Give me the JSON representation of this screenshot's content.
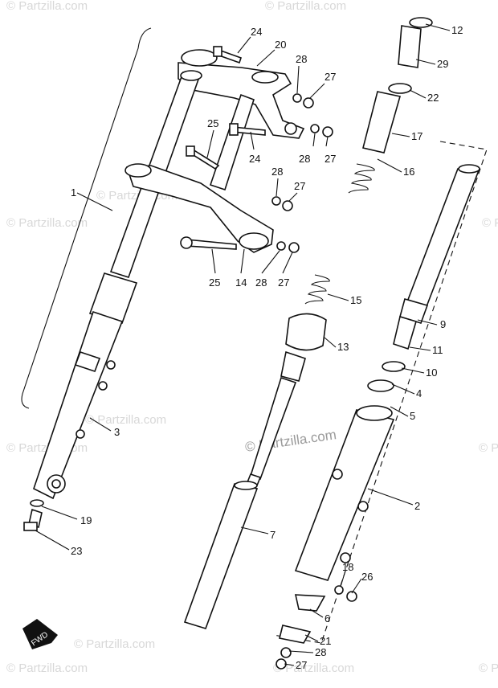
{
  "watermark": {
    "text": "© Partzilla.com"
  },
  "fwd_label": "FWD",
  "callouts": [
    {
      "id": "c24a",
      "text": "24"
    },
    {
      "id": "c20",
      "text": "20"
    },
    {
      "id": "c28a",
      "text": "28"
    },
    {
      "id": "c27a",
      "text": "27"
    },
    {
      "id": "c25a",
      "text": "25"
    },
    {
      "id": "c24b",
      "text": "24"
    },
    {
      "id": "c28b",
      "text": "28"
    },
    {
      "id": "c27b",
      "text": "27"
    },
    {
      "id": "c28c",
      "text": "28"
    },
    {
      "id": "c27c",
      "text": "27"
    },
    {
      "id": "c1",
      "text": "1"
    },
    {
      "id": "c25b",
      "text": "25"
    },
    {
      "id": "c14",
      "text": "14"
    },
    {
      "id": "c28d",
      "text": "28"
    },
    {
      "id": "c27d",
      "text": "27"
    },
    {
      "id": "c12",
      "text": "12"
    },
    {
      "id": "c29",
      "text": "29"
    },
    {
      "id": "c22",
      "text": "22"
    },
    {
      "id": "c17",
      "text": "17"
    },
    {
      "id": "c16",
      "text": "16"
    },
    {
      "id": "c15",
      "text": "15"
    },
    {
      "id": "c13",
      "text": "13"
    },
    {
      "id": "c9",
      "text": "9"
    },
    {
      "id": "c11",
      "text": "11"
    },
    {
      "id": "c10",
      "text": "10"
    },
    {
      "id": "c4",
      "text": "4"
    },
    {
      "id": "c5",
      "text": "5"
    },
    {
      "id": "c3",
      "text": "3"
    },
    {
      "id": "c2",
      "text": "2"
    },
    {
      "id": "c19",
      "text": "19"
    },
    {
      "id": "c23",
      "text": "23"
    },
    {
      "id": "c7",
      "text": "7"
    },
    {
      "id": "c18",
      "text": "18"
    },
    {
      "id": "c26",
      "text": "26"
    },
    {
      "id": "c6",
      "text": "6"
    },
    {
      "id": "c21",
      "text": "21"
    },
    {
      "id": "c28e",
      "text": "28"
    },
    {
      "id": "c27e",
      "text": "27"
    }
  ]
}
